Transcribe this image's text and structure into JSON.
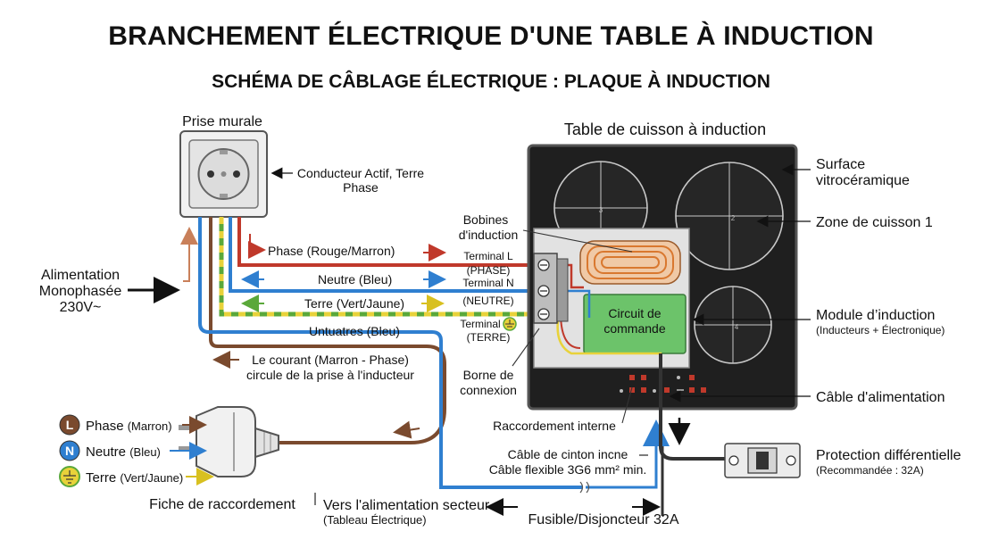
{
  "title": "BRANCHEMENT ÉLECTRIQUE D'UNE TABLE À INDUCTION",
  "subtitle": "SCHÉMA DE CÂBLAGE ÉLECTRIQUE : PLAQUE À INDUCTION",
  "socket": {
    "label": "Prise murale",
    "conductors_line1": "Conducteur Actif, Terre",
    "conductors_line2": "Phase"
  },
  "supply": {
    "line1": "Alimentation",
    "line2": "Monophasée",
    "line3": "230V~"
  },
  "wires": {
    "phase": "Phase (Rouge/Marron)",
    "neutral": "Neutre (Bleu)",
    "earth": "Terre (Vert/Jaune)",
    "untustres": "Untuatres (Bleu)",
    "current_line1": "Le courant (Marron - Phase)",
    "current_line2": "circule de la prise à l'inducteur"
  },
  "hob": {
    "label": "Table de cuisson à induction",
    "surface_line1": "Surface",
    "surface_line2": "vitrocéramique",
    "zone1": "Zone de cuisson 1",
    "zone_numbers": [
      "3",
      "2",
      "4"
    ],
    "coils_line1": "Bobines",
    "coils_line2": "d'induction",
    "module_line1": "Module d’induction",
    "module_line2": "(Inducteurs + Électronique)",
    "control_line1": "Circuit de",
    "control_line2": "commande",
    "cable": "Câble d'alimentation"
  },
  "terminals": {
    "l_line1": "Terminal L",
    "l_line2": "(PHASE)",
    "n_line1": "Terminal N",
    "n_line2": "(NEUTRE)",
    "t_line1": "Terminal",
    "t_line2": "(TERRE)",
    "borne_line1": "Borne de",
    "borne_line2": "connexion",
    "internal": "Raccordement interne"
  },
  "plug": {
    "phase_letter": "L",
    "phase_name": "Phase",
    "phase_color": "(Marron)",
    "neutral_letter": "N",
    "neutral_name": "Neutre",
    "neutral_color": "(Bleu)",
    "earth_name": "Terre",
    "earth_color": "(Vert/Jaune)",
    "label": "Fiche de raccordement"
  },
  "cable_spec": {
    "line1": "Câble de cinton incne",
    "line2": "Câble flexible 3G6 mm² min."
  },
  "mains": {
    "line1": "Vers l'alimentation secteur",
    "line2": "(Tableau Électrique)"
  },
  "fuse": "Fusible/Disjoncteur 32A",
  "protection": {
    "line1": "Protection différentielle",
    "line2": "(Recommandée : 32A)"
  },
  "colors": {
    "phase": "#c0392b",
    "brown": "#7a4a2e",
    "neutral": "#2f7fd0",
    "earth_green": "#5aa83a",
    "earth_yellow": "#e8d23a",
    "hob_glass": "#1f1f1f",
    "control_board": "#6cc36a",
    "coil": "#d9782f"
  }
}
